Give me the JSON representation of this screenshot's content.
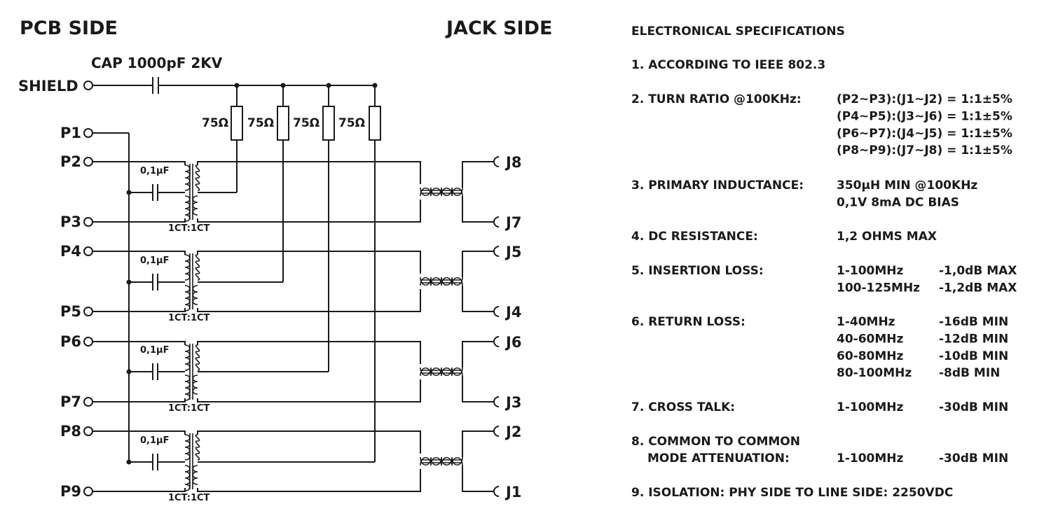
{
  "headings": {
    "pcb_side": "PCB SIDE",
    "jack_side": "JACK SIDE",
    "specs_title": "ELECTRONICAL SPECIFICATIONS"
  },
  "shield": {
    "label": "SHIELD",
    "cap_label": "CAP 1000pF 2KV",
    "resistor_labels": [
      "75Ω",
      "75Ω",
      "75Ω",
      "75Ω"
    ]
  },
  "channels": [
    {
      "p_top": "P2",
      "p_bot": "P3",
      "j_top": "J8",
      "j_bot": "J7",
      "cap": "0,1µF",
      "ratio": "1CT:1CT"
    },
    {
      "p_top": "P4",
      "p_bot": "P5",
      "j_top": "J5",
      "j_bot": "J4",
      "cap": "0,1µF",
      "ratio": "1CT:1CT"
    },
    {
      "p_top": "P6",
      "p_bot": "P7",
      "j_top": "J6",
      "j_bot": "J3",
      "cap": "0,1µF",
      "ratio": "1CT:1CT"
    },
    {
      "p_top": "P8",
      "p_bot": "P9",
      "j_top": "J2",
      "j_bot": "J1",
      "cap": "0,1µF",
      "ratio": "1CT:1CT"
    }
  ],
  "p1_label": "P1",
  "specs": [
    {
      "label": "1. ACCORDING TO IEEE 802.3",
      "rows": []
    },
    {
      "label": "2. TURN RATIO @100KHz:",
      "rows": [
        [
          "(P2~P3):(J1~J2) = 1:1±5%"
        ],
        [
          "(P4~P5):(J3~J6) = 1:1±5%"
        ],
        [
          "(P6~P7):(J4~J5) = 1:1±5%"
        ],
        [
          "(P8~P9):(J7~J8) = 1:1±5%"
        ]
      ]
    },
    {
      "label": "3. PRIMARY INDUCTANCE:",
      "rows": [
        [
          "350µH MIN @100KHz"
        ],
        [
          "0,1V 8mA DC BIAS"
        ]
      ]
    },
    {
      "label": "4. DC RESISTANCE:",
      "rows": [
        [
          "1,2 OHMS MAX"
        ]
      ]
    },
    {
      "label": "5. INSERTION LOSS:",
      "rows": [
        [
          "1-100MHz",
          "-1,0dB MAX"
        ],
        [
          "100-125MHz",
          "-1,2dB MAX"
        ]
      ]
    },
    {
      "label": "6. RETURN LOSS:",
      "rows": [
        [
          "1-40MHz",
          "-16dB MIN"
        ],
        [
          "40-60MHz",
          "-12dB MIN"
        ],
        [
          "60-80MHz",
          "-10dB MIN"
        ],
        [
          "80-100MHz",
          "-8dB MIN"
        ]
      ]
    },
    {
      "label": "7. CROSS TALK:",
      "rows": [
        [
          "1-100MHz",
          "-30dB MIN"
        ]
      ]
    },
    {
      "label": "8. COMMON TO COMMON",
      "rows": []
    },
    {
      "label": "MODE ATTENUATION:",
      "rows": [
        [
          "1-100MHz",
          "-30dB MIN"
        ]
      ]
    },
    {
      "label": "9. ISOLATION: PHY SIDE TO LINE SIDE: 2250VDC",
      "rows": []
    }
  ]
}
